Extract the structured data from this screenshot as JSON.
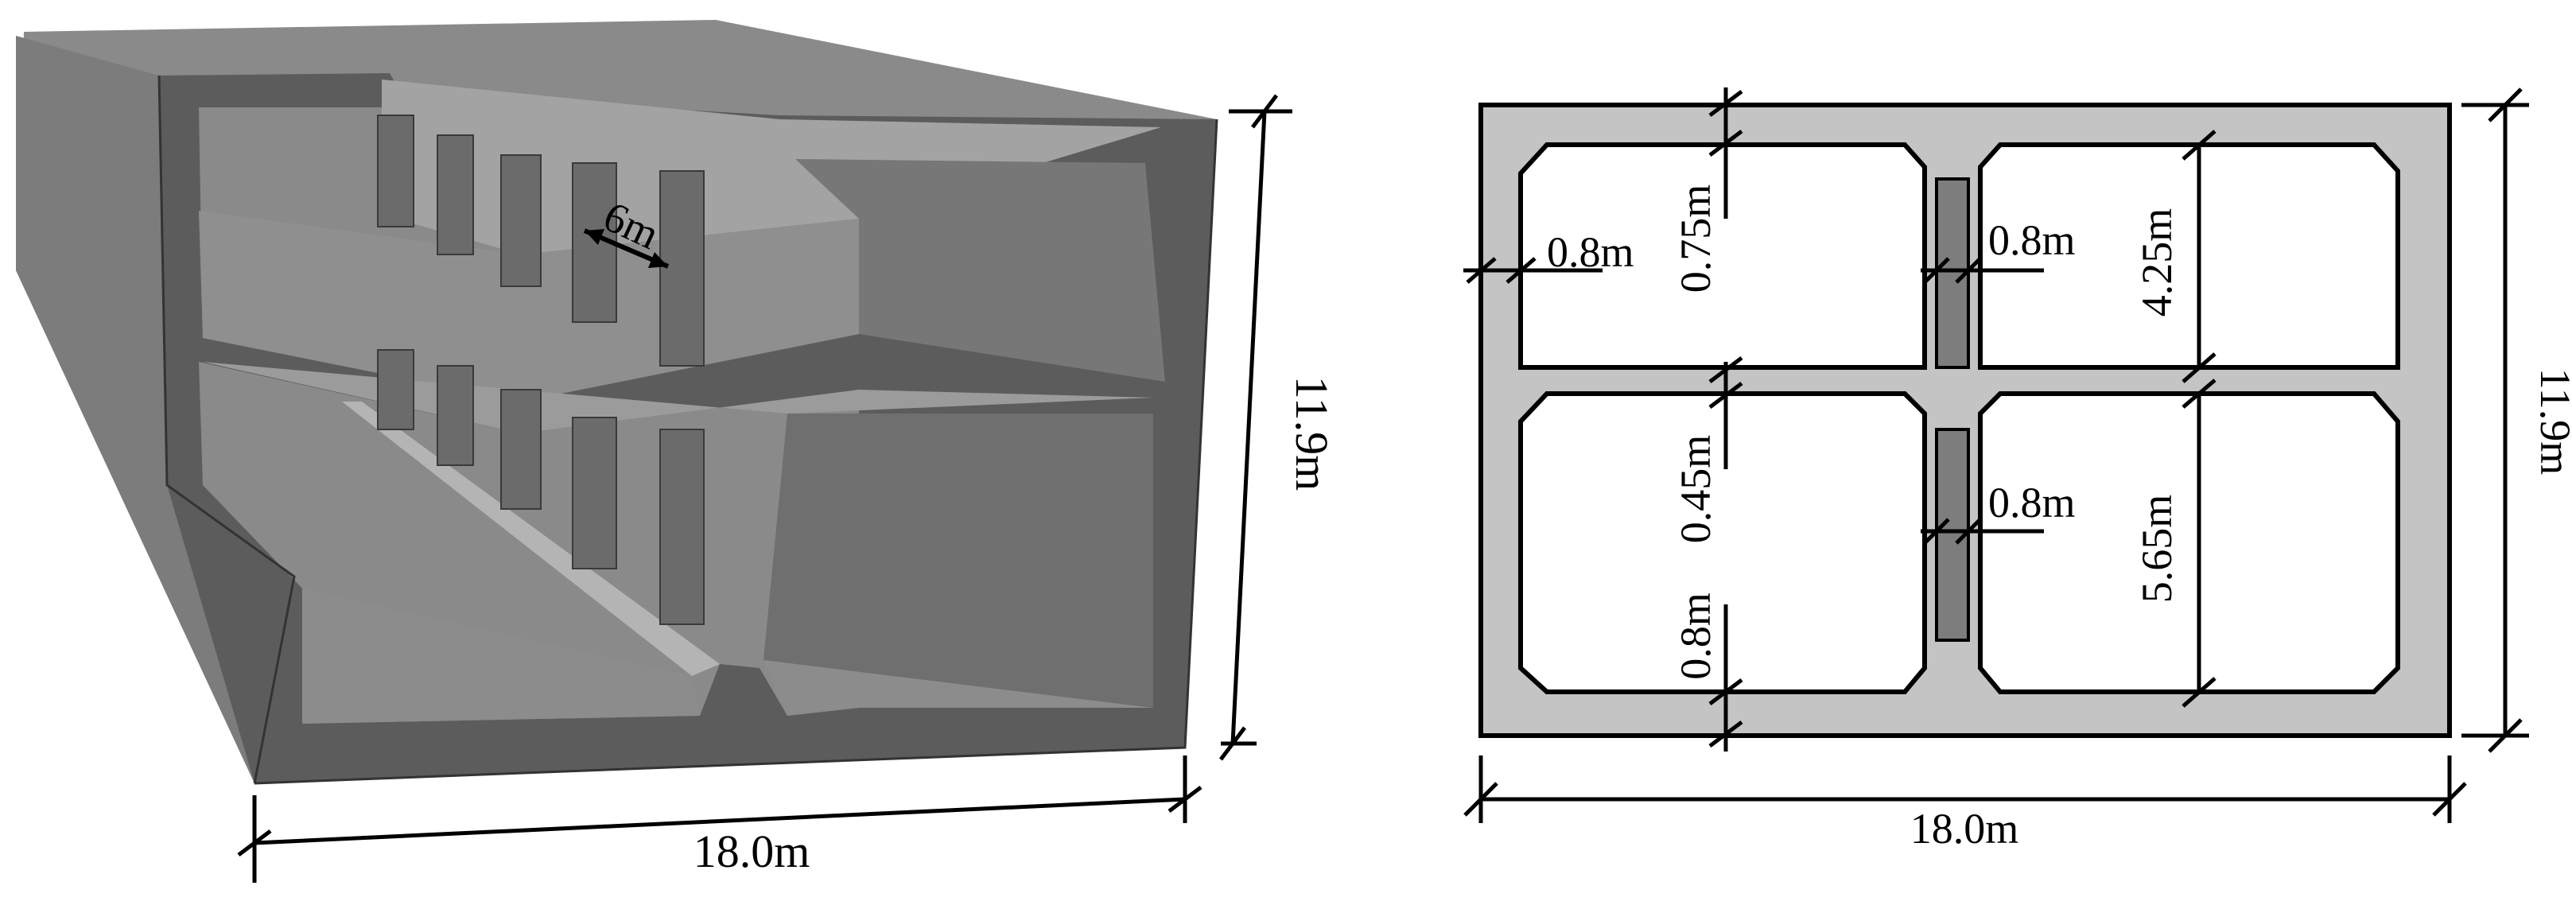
{
  "isometric_view": {
    "labels": {
      "width": "18.0m",
      "height": "11.9m",
      "column_spacing": "6m"
    }
  },
  "cross_section": {
    "labels": {
      "width": "18.0m",
      "height": "11.9m",
      "side_wall": "0.8m",
      "top_slab": "0.75m",
      "upper_column": "0.8m",
      "upper_clear_height": "4.25m",
      "middle_slab": "0.45m",
      "lower_column": "0.8m",
      "lower_clear_height": "5.65m",
      "bottom_slab": "0.8m"
    }
  },
  "colors": {
    "concrete_3d_dark": "#5a5a5a",
    "concrete_3d_mid": "#7a7a7a",
    "concrete_3d_light": "#9a9a9a",
    "section_fill": "#c4c4c4",
    "column_fill": "#7d7d7d",
    "line": "#000000"
  }
}
